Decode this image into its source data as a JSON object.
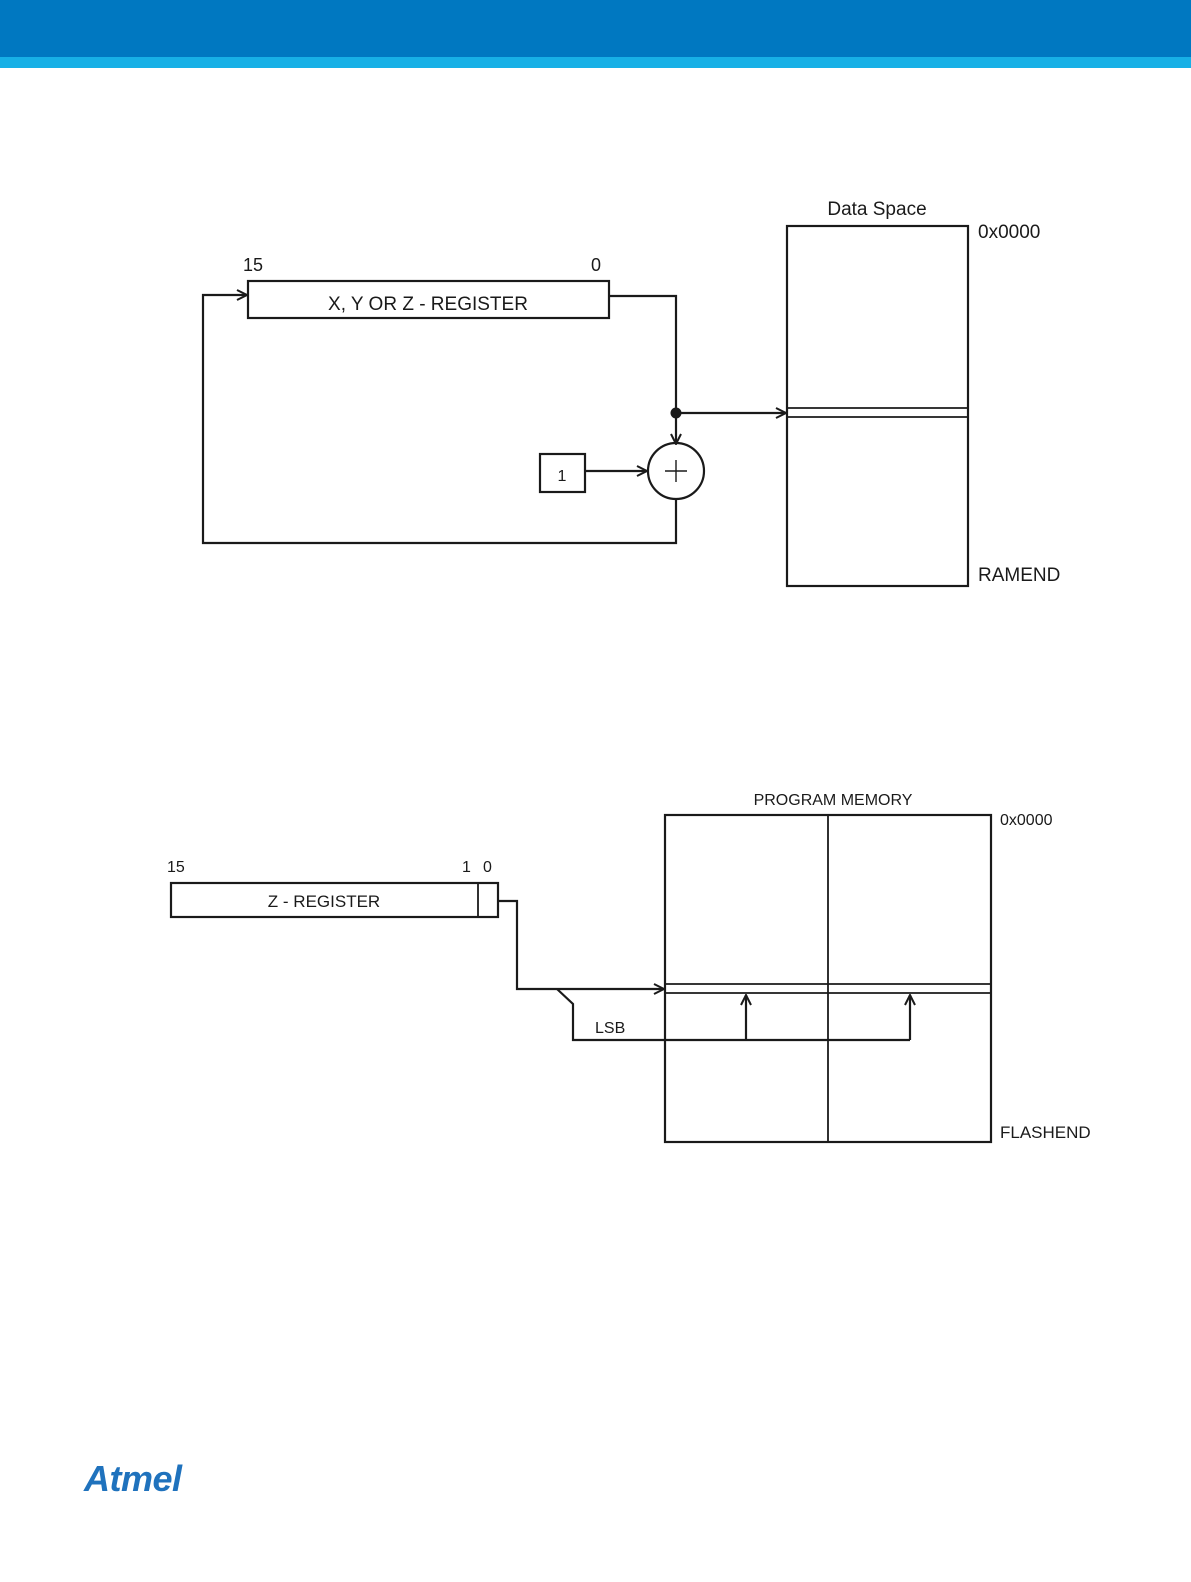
{
  "colors": {
    "header": "#0078c1",
    "stripe": "#17b0e6",
    "ink": "#1a1a1a",
    "brand": "#1f72bd"
  },
  "diagram1": {
    "register_label": "X, Y OR Z - REGISTER",
    "bit_high": "15",
    "bit_low": "0",
    "increment_value": "1",
    "memory_title": "Data Space",
    "memory_start": "0x0000",
    "memory_end": "RAMEND"
  },
  "diagram2": {
    "register_label": "Z - REGISTER",
    "bit_high": "15",
    "bit_1": "1",
    "bit_0": "0",
    "lsb_label": "LSB",
    "memory_title": "PROGRAM MEMORY",
    "memory_start": "0x0000",
    "memory_end": "FLASHEND"
  },
  "footer": {
    "logo_text": "Atmel"
  }
}
